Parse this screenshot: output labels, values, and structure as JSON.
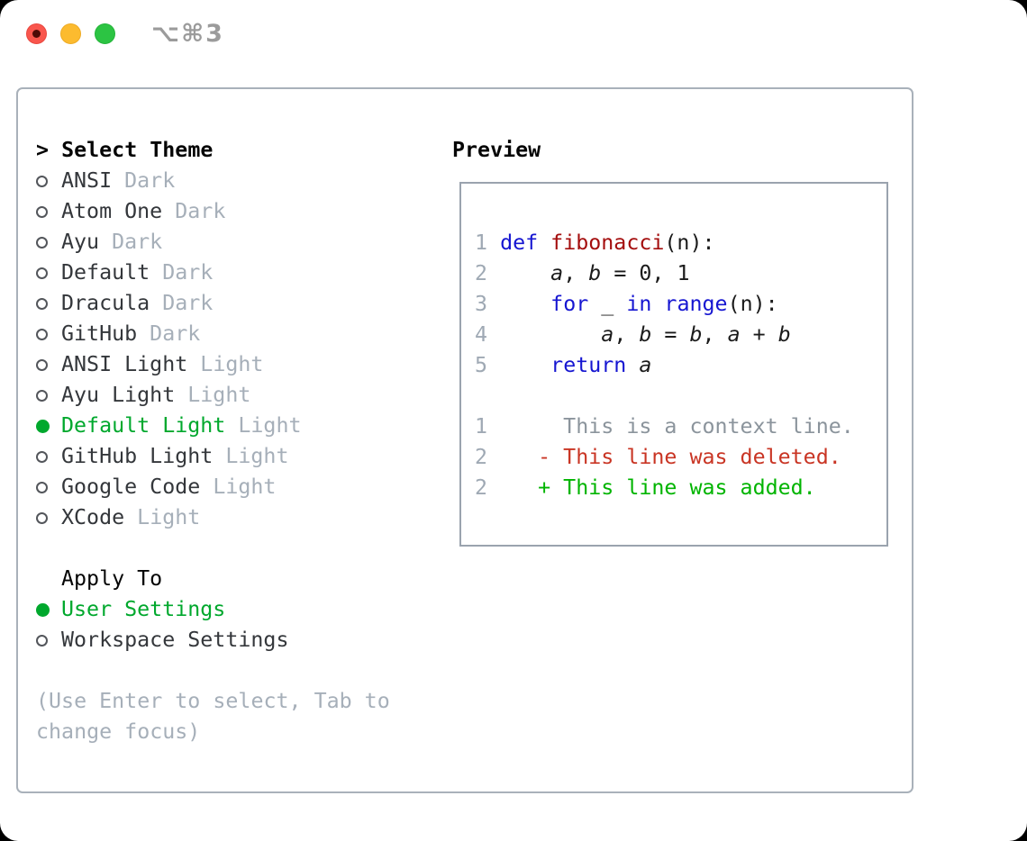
{
  "window": {
    "shortcut": "⌥⌘3"
  },
  "theme_panel": {
    "header_cursor": ">",
    "header": "Select Theme",
    "themes": [
      {
        "name": "ANSI",
        "variant": "Dark",
        "selected": false
      },
      {
        "name": "Atom One",
        "variant": "Dark",
        "selected": false
      },
      {
        "name": "Ayu",
        "variant": "Dark",
        "selected": false
      },
      {
        "name": "Default",
        "variant": "Dark",
        "selected": false
      },
      {
        "name": "Dracula",
        "variant": "Dark",
        "selected": false
      },
      {
        "name": "GitHub",
        "variant": "Dark",
        "selected": false
      },
      {
        "name": "ANSI Light",
        "variant": "Light",
        "selected": false
      },
      {
        "name": "Ayu Light",
        "variant": "Light",
        "selected": false
      },
      {
        "name": "Default Light",
        "variant": "Light",
        "selected": true
      },
      {
        "name": "GitHub Light",
        "variant": "Light",
        "selected": false
      },
      {
        "name": "Google Code",
        "variant": "Light",
        "selected": false
      },
      {
        "name": "XCode",
        "variant": "Light",
        "selected": false
      }
    ],
    "apply_to": {
      "header": "Apply To",
      "options": [
        {
          "label": "User Settings",
          "selected": true
        },
        {
          "label": "Workspace Settings",
          "selected": false
        }
      ]
    },
    "help_lines": [
      "(Use Enter to select, Tab to",
      "change focus)"
    ]
  },
  "preview": {
    "title": "Preview",
    "code_lines": [
      {
        "num": "1",
        "segments": [
          {
            "t": "def",
            "c": "kw"
          },
          {
            "t": " ",
            "c": "plain"
          },
          {
            "t": "fibonacci",
            "c": "fn"
          },
          {
            "t": "(n):",
            "c": "plain"
          }
        ]
      },
      {
        "num": "2",
        "segments": [
          {
            "t": "    ",
            "c": "plain"
          },
          {
            "t": "a",
            "c": "var"
          },
          {
            "t": ", ",
            "c": "plain"
          },
          {
            "t": "b",
            "c": "var"
          },
          {
            "t": " = 0, 1",
            "c": "plain"
          }
        ]
      },
      {
        "num": "3",
        "segments": [
          {
            "t": "    ",
            "c": "plain"
          },
          {
            "t": "for",
            "c": "kw"
          },
          {
            "t": " _ ",
            "c": "plain"
          },
          {
            "t": "in",
            "c": "kw"
          },
          {
            "t": " ",
            "c": "plain"
          },
          {
            "t": "range",
            "c": "kw"
          },
          {
            "t": "(n):",
            "c": "plain"
          }
        ]
      },
      {
        "num": "4",
        "segments": [
          {
            "t": "        ",
            "c": "plain"
          },
          {
            "t": "a",
            "c": "var"
          },
          {
            "t": ", ",
            "c": "plain"
          },
          {
            "t": "b",
            "c": "var"
          },
          {
            "t": " = ",
            "c": "plain"
          },
          {
            "t": "b",
            "c": "var"
          },
          {
            "t": ", ",
            "c": "plain"
          },
          {
            "t": "a",
            "c": "var"
          },
          {
            "t": " + ",
            "c": "plain"
          },
          {
            "t": "b",
            "c": "var"
          }
        ]
      },
      {
        "num": "5",
        "segments": [
          {
            "t": "    ",
            "c": "plain"
          },
          {
            "t": "return",
            "c": "kw"
          },
          {
            "t": " ",
            "c": "plain"
          },
          {
            "t": "a",
            "c": "var"
          }
        ]
      }
    ],
    "diff_lines": [
      {
        "num": "1",
        "marker": " ",
        "text": "This is a context line.",
        "kind": "context"
      },
      {
        "num": "2",
        "marker": "-",
        "text": "This line was deleted.",
        "kind": "deleted"
      },
      {
        "num": "2",
        "marker": "+",
        "text": "This line was added.",
        "kind": "added"
      }
    ]
  },
  "colors": {
    "accent_green": "#00a82d",
    "diff_added_green": "#00b400",
    "diff_deleted_red": "#c93524",
    "keyword_blue": "#1616d1",
    "function_red": "#a40e0e",
    "muted_gray": "#a6afb9",
    "line_number_gray": "#9fa9b4",
    "traffic_red": "#f9564d",
    "traffic_yellow": "#fcbb2f",
    "traffic_green": "#2cc443"
  }
}
